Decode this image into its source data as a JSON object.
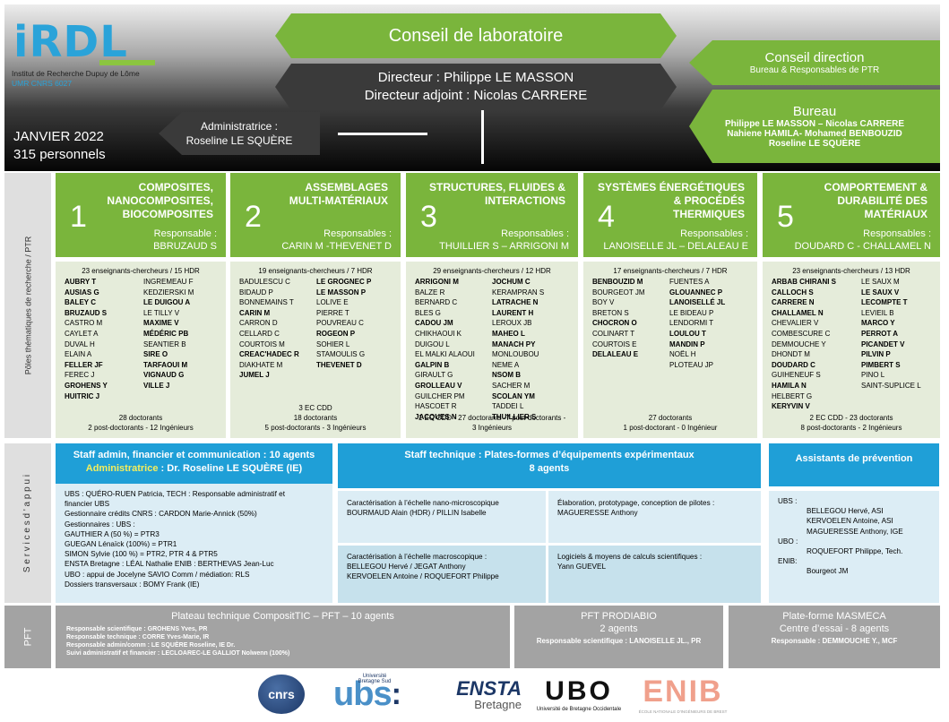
{
  "header": {
    "logo": {
      "text": "iRDL",
      "line1": "Institut de Recherche Dupuy de Lôme",
      "line2": "UMR CNRS 6027"
    },
    "date": "JANVIER 2022",
    "staff_count": "315 personnels",
    "conseil_labo": "Conseil de laboratoire",
    "directeur": "Directeur : Philippe LE MASSON",
    "directeur_adjoint": "Directeur adjoint : Nicolas CARRERE",
    "administratrice_label": "Administratrice :",
    "administratrice_name": "Roseline LE SQUÈRE",
    "conseil_direction": "Conseil direction",
    "conseil_direction_sub": "Bureau & Responsables de PTR",
    "bureau": "Bureau",
    "bureau_l1": "Philippe LE MASSON – Nicolas CARRERE",
    "bureau_l2": "Nahiene HAMILA- Mohamed BENBOUZID",
    "bureau_l3": "Roseline LE SQUÈRE"
  },
  "side_labels": {
    "poles": "Pôles thématiques de recherche / PTR",
    "services": "S e r v i c e s    d ' a p p u i",
    "pft": "PFT"
  },
  "poles": [
    {
      "num": "1",
      "title": [
        "COMPOSITES,",
        "NANOCOMPOSITES,",
        "BIOCOMPOSITES"
      ],
      "resp": [
        "Responsable :",
        "BBRUZAUD S"
      ],
      "count": "23 enseignants-chercheurs / 15 HDR",
      "col1": [
        "AUBRY T",
        "AUSIAS G",
        "BALEY C",
        "BRUZAUD S",
        "CASTRO M",
        "CAYLET A",
        "DUVAL H",
        "ELAIN A",
        "FELLER JF",
        "FEREC J",
        "GROHENS Y",
        "HUITRIC J"
      ],
      "col1_bold": [
        1,
        1,
        1,
        1,
        0,
        0,
        0,
        0,
        1,
        0,
        1,
        1
      ],
      "col2": [
        "INGREMEAU F",
        "KEDZIERSKI M",
        "LE DUIGOU A",
        "LE TILLY V",
        "MAXIME V",
        "MÉDÉRIC PB",
        "SEANTIER B",
        "SIRE O",
        "TARFAOUI M",
        "VIGNAUD G",
        "VILLE J"
      ],
      "col2_bold": [
        0,
        0,
        1,
        0,
        1,
        1,
        0,
        1,
        1,
        1,
        1
      ],
      "foot": [
        "28 doctorants",
        "2 post-doctorants - 12 Ingénieurs"
      ]
    },
    {
      "num": "2",
      "title": [
        "ASSEMBLAGES",
        "MULTI-MATÉRIAUX"
      ],
      "resp": [
        "Responsables :",
        "CARIN M -THEVENET D"
      ],
      "count": "19 enseignants-chercheurs / 7 HDR",
      "col1": [
        "BADULESCU C",
        "BIDAUD P",
        "BONNEMAINS T",
        "CARIN M",
        "CARRON D",
        "CELLARD C",
        "COURTOIS M",
        "CREAC'HADEC R",
        "DIAKHATE M",
        "JUMEL J"
      ],
      "col1_bold": [
        0,
        0,
        0,
        1,
        0,
        0,
        0,
        1,
        0,
        1
      ],
      "col2": [
        "LE GROGNEC P",
        "LE MASSON P",
        "LOLIVE E",
        "PIERRE T",
        "POUVREAU C",
        "ROGEON P",
        "SOHIER L",
        "STAMOULIS G",
        "THEVENET D"
      ],
      "col2_bold": [
        1,
        1,
        0,
        0,
        0,
        1,
        0,
        0,
        1
      ],
      "foot": [
        "3 EC CDD",
        "18 doctorants",
        "5 post-doctorants - 3 Ingénieurs"
      ]
    },
    {
      "num": "3",
      "title": [
        "STRUCTURES, FLUIDES &",
        "INTERACTIONS"
      ],
      "resp": [
        "Responsables :",
        "THUILLIER S – ARRIGONI M"
      ],
      "count": "29 enseignants-chercheurs / 12 HDR",
      "col1": [
        "ARRIGONI M",
        "BALZE R",
        "BERNARD C",
        "BLES G",
        "CADOU JM",
        "CHIKHAOUI K",
        "DUIGOU L",
        "EL MALKI ALAOUI",
        "GALPIN B",
        "GIRAULT G",
        "GROLLEAU V",
        "GUILCHER PM",
        "HASCOET R",
        "JACQUES N"
      ],
      "col1_bold": [
        1,
        0,
        0,
        0,
        1,
        0,
        0,
        0,
        1,
        0,
        1,
        0,
        0,
        1
      ],
      "col2": [
        "JOCHUM C",
        "KERAMPRAN S",
        "LATRACHE N",
        "LAURENT H",
        "LEROUX JB",
        "MAHEO L",
        "MANACH PY",
        "MONLOUBOU",
        "NEME A",
        "NSOM B",
        "SACHER M",
        "SCOLAN YM",
        "TADDEI L",
        "THUILLIER S"
      ],
      "col2_bold": [
        1,
        0,
        1,
        1,
        0,
        1,
        1,
        0,
        0,
        1,
        0,
        1,
        0,
        1
      ],
      "foot": [
        "1 EC CDD - 27 doctorants -7 post-doctorants -",
        "3 Ingénieurs"
      ]
    },
    {
      "num": "4",
      "title": [
        "SYSTÈMES ÉNERGÉTIQUES",
        "& PROCÉDÉS",
        "THERMIQUES"
      ],
      "resp": [
        "Responsables :",
        "LANOISELLE JL – DELALEAU E"
      ],
      "count": "17 enseignants-chercheurs / 7 HDR",
      "col1": [
        "BENBOUZID M",
        "BOURGEOT JM",
        "BOY V",
        "BRETON S",
        "CHOCRON O",
        "COLINART T",
        "COURTOIS E",
        "DELALEAU E"
      ],
      "col1_bold": [
        1,
        0,
        0,
        0,
        1,
        0,
        0,
        1
      ],
      "col2": [
        "FUENTES A",
        "GLOUANNEC P",
        "LANOISELLÉ JL",
        "LE BIDEAU P",
        "LENDORMI T",
        "LOULOU T",
        "MANDIN P",
        "NOËL H",
        "PLOTEAU JP"
      ],
      "col2_bold": [
        0,
        1,
        1,
        0,
        0,
        1,
        1,
        0,
        0
      ],
      "foot": [
        "27 doctorants",
        "1 post-doctorant - 0 Ingénieur"
      ]
    },
    {
      "num": "5",
      "title": [
        "COMPORTEMENT &",
        "DURABILITÉ DES",
        "MATÉRIAUX"
      ],
      "resp": [
        "Responsables :",
        "DOUDARD C - CHALLAMEL N"
      ],
      "count": "23 enseignants-chercheurs / 13 HDR",
      "col1": [
        "ARBAB CHIRANI S",
        "CALLOCH S",
        "CARRERE N",
        "CHALLAMEL N",
        "CHEVALIER V",
        "COMBESCURE C",
        "DEMMOUCHE Y",
        "DHONDT M",
        "DOUDARD C",
        "GUIHENEUF S",
        "HAMILA N",
        "HELBERT G",
        "KERYVIN V"
      ],
      "col1_bold": [
        1,
        1,
        1,
        1,
        0,
        0,
        0,
        0,
        1,
        0,
        1,
        0,
        1
      ],
      "col2": [
        "LE SAUX M",
        "LE SAUX V",
        "LECOMPTE T",
        "LEVIEIL B",
        "MARCO Y",
        "PERROT A",
        "PICANDET V",
        "PILVIN P",
        "PIMBERT S",
        "PINO L",
        "SAINT-SUPLICE L"
      ],
      "col2_bold": [
        0,
        1,
        1,
        0,
        1,
        1,
        1,
        1,
        1,
        0,
        0
      ],
      "foot": [
        "2 EC CDD - 23 doctorants",
        "8 post-doctorants - 2 Ingénieurs"
      ]
    }
  ],
  "services": {
    "admin": {
      "title": "Staff admin, financier et communication : 10 agents",
      "sub_label": "Administratrice",
      "sub_value": " : Dr. Roseline LE SQUÈRE (IE)",
      "lines": [
        "UBS : QUÉRO-RUEN Patricia, TECH  : Responsable administratif et",
        "financier UBS",
        "Gestionnaire crédits CNRS : CARDON Marie-Annick (50%)",
        "Gestionnaires : UBS :",
        "GAUTHIER A (50 %) = PTR3",
        "GUEGAN Lénaïck (100%) =  PTR1",
        "SIMON Sylvie (100 %) = PTR2, PTR 4 & PTR5",
        "ENSTA Bretagne : LÉAL Nathalie           ENIB : BERTHEVAS Jean-Luc",
        "UBO : appui de Jocelyne SAVIO             Comm / médiation: RLS",
        "Dossiers transversaux : BOMY Frank (IE)"
      ]
    },
    "tech": {
      "title": "Staff technique : Plates-formes d’équipements expérimentaux",
      "title2": "8 agents",
      "box1": [
        "Caractérisation à l’échelle nano-microscopique",
        "BOURMAUD Alain (HDR) / PILLIN Isabelle"
      ],
      "box2": [
        "Élaboration, prototypage, conception de pilotes  :",
        "MAGUERESSE  Anthony"
      ],
      "box3": [
        "Caractérisation à l’échelle macroscopique :",
        "BELLEGOU Hervé / JEGAT  Anthony",
        "KERVOELEN Antoine /  ROQUEFORT Philippe"
      ],
      "box4": [
        "Logiciels & moyens de calculs scientifiques :",
        "Yann GUEVEL"
      ]
    },
    "prevention": {
      "title": "Assistants de prévention",
      "lines": [
        "UBS :",
        "BELLEGOU Hervé, ASI",
        "KERVOELEN Antoine, ASI",
        "MAGUERESSE Anthony, IGE",
        "UBO :",
        "ROQUEFORT Philippe, Tech.",
        "ENIB:",
        "Bourgeot JM"
      ]
    }
  },
  "pft": {
    "compositic": {
      "title": "Plateau technique CompositTIC – PFT – 10 agents",
      "lines": [
        "Responsable scientifique : GROHENS Yves, PR",
        "Responsable technique : CORRE Yves-Marie, IR",
        "Responsable admin/comm : LE SQUÈRE Roseline, IE Dr.",
        "Suivi administratif et financier : LECLOAREC-LE GALLIOT Nolwenn (100%)"
      ]
    },
    "prodiabio": {
      "title": "PFT PRODIABIO",
      "sub": "2 agents",
      "line": "Responsable scientifique : LANOISELLE JL., PR"
    },
    "masmeca": {
      "title": "Plate-forme MASMECA",
      "sub": "Centre d’essai - 8 agents",
      "line": "Responsable : DEMMOUCHE Y., MCF"
    }
  },
  "partner_logos": {
    "cnrs": "cnrs",
    "ubs": "ubs",
    "ubs_sup": "Université Bretagne Sud",
    "ensta": "ENSTA",
    "ensta_sub": "Bretagne",
    "ubo": "UBO",
    "ubo_sub": "Université de Bretagne Occidentale",
    "enib": "ENIB",
    "enib_sub": "ÉCOLE NATIONALE D'INGÉNIEURS DE BREST"
  }
}
